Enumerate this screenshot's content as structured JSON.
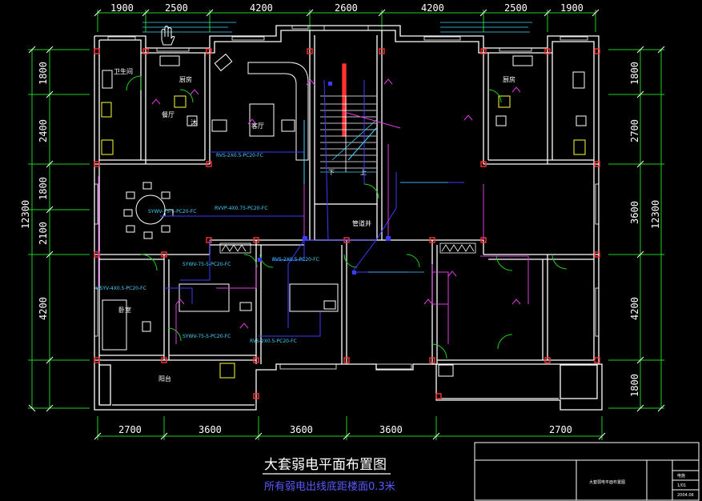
{
  "dims": {
    "top": [
      "1900",
      "2500",
      "4200",
      "2600",
      "4200",
      "2500",
      "1900"
    ],
    "bottom": [
      "2700",
      "3600",
      "3600",
      "3600",
      "2700"
    ],
    "left": [
      "1800",
      "2400",
      "1800",
      "2100",
      "4200"
    ],
    "left_total": "12300",
    "right": [
      "1800",
      "2700",
      "3600",
      "4200",
      "1800"
    ],
    "right_total": "12300"
  },
  "rooms": {
    "toilet": "卫生间",
    "kitchen_l": "厨房",
    "kitchen_r": "厨房",
    "living": "客厅",
    "bath": "沐",
    "dining": "餐厅",
    "bedroom": "卧室",
    "balcony": "阳台",
    "stair_down": "下",
    "stair_up": "上",
    "shaft": "管道井"
  },
  "cable_labels": [
    "RVS-2X0.5-PC20-FC",
    "RVVP-4X0.75-PC20-FC",
    "SYWV-75-5-PC20-FC",
    "SYWV-75-5-PC20-FC",
    "RVS-2X0.5-PC20-FC",
    "HSYV-4X0.5-PC20-FC",
    "SYWV-75-5-PC20-FC",
    "RVS-2X0.5-PC20-FC"
  ],
  "title_block": {
    "title": "大套弱电平面布置图",
    "subtitle": "所有弱电出线底距楼面0.3米",
    "block_name": "大套弱电平面布置图",
    "code1": "电施",
    "code2": "1/01",
    "code3": "2004.06"
  }
}
